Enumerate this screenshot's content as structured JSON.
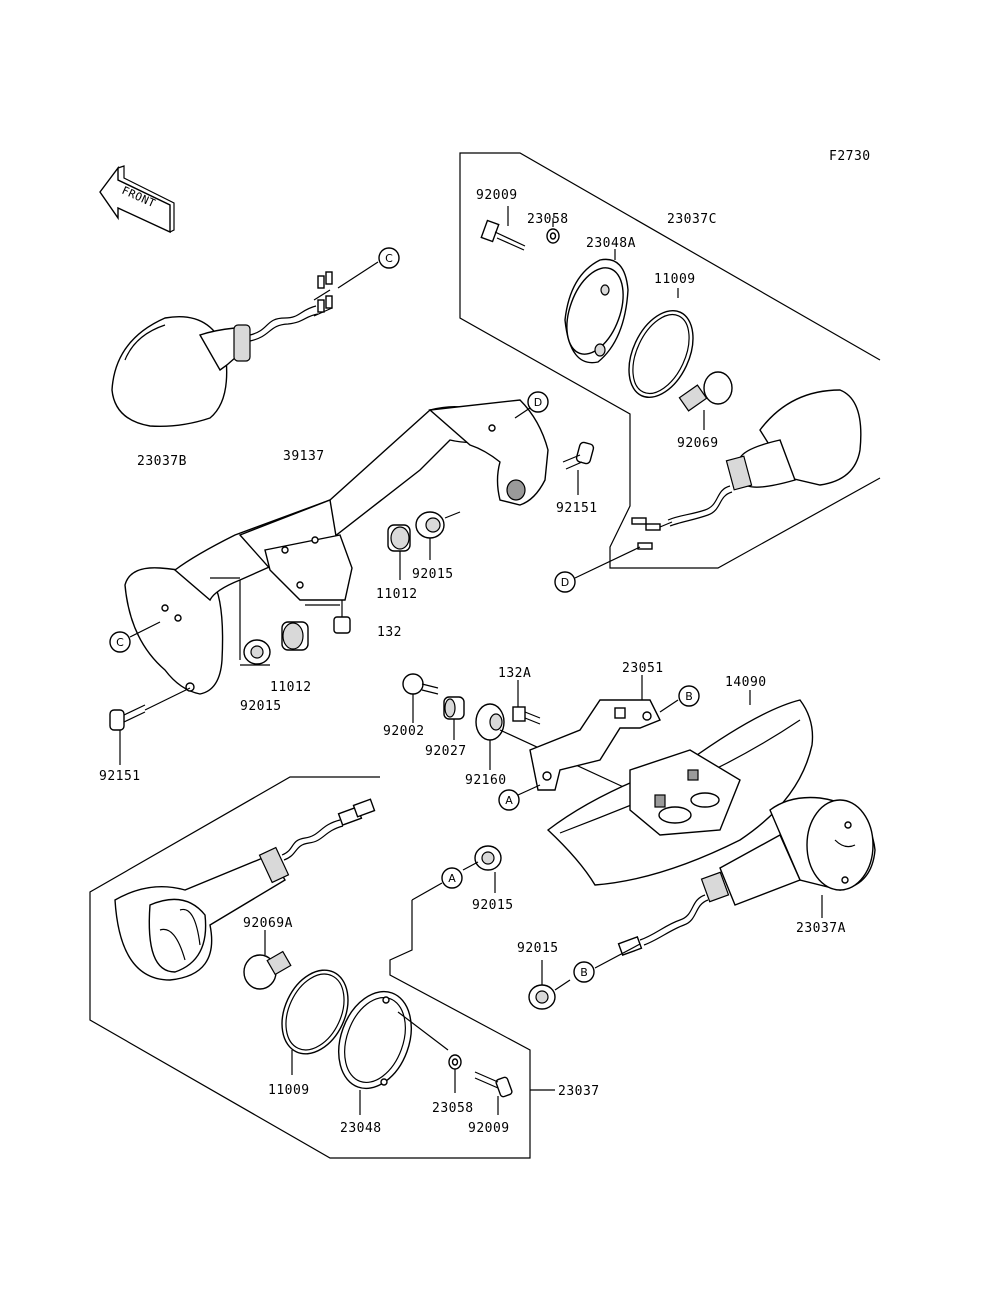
{
  "figure_code": "F2730",
  "front_label": "FRONT",
  "parts": {
    "p23037C": "23037C",
    "p92009_top": "92009",
    "p23058_top": "23058",
    "p23048A": "23048A",
    "p11009_top": "11009",
    "p92069": "92069",
    "p23037B": "23037B",
    "p39137": "39137",
    "p92151_right": "92151",
    "p92015_center": "92015",
    "p11012_center": "11012",
    "p132": "132",
    "p11012_left": "11012",
    "p92015_left": "92015",
    "p92151_left": "92151",
    "p132A": "132A",
    "p23051": "23051",
    "p14090": "14090",
    "p92002": "92002",
    "p92027": "92027",
    "p92160": "92160",
    "p92015_a": "92015",
    "p92069A": "92069A",
    "p23037A": "23037A",
    "p92015_b": "92015",
    "p11009_bottom": "11009",
    "p23048": "23048",
    "p23058_bottom": "23058",
    "p92009_bottom": "92009",
    "p23037": "23037"
  },
  "refs": {
    "A": "A",
    "B": "B",
    "C": "C",
    "D": "D"
  }
}
